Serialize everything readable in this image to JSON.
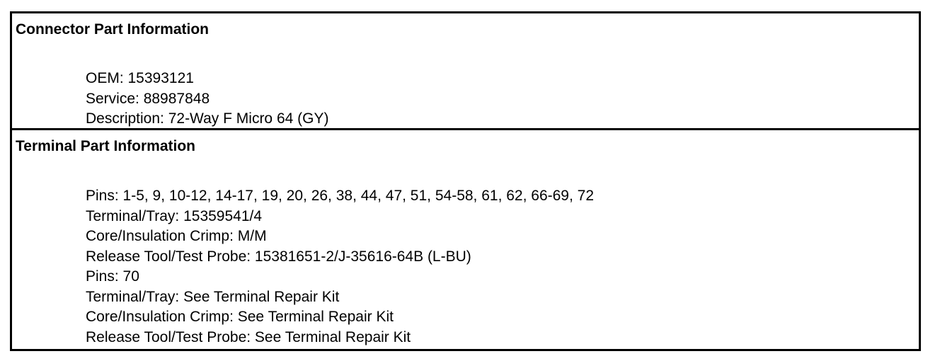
{
  "connector_part": {
    "title": "Connector Part Information",
    "lines": [
      "OEM: 15393121",
      "Service: 88987848",
      "Description: 72-Way F Micro 64 (GY)"
    ]
  },
  "terminal_part": {
    "title": "Terminal Part Information",
    "lines": [
      "Pins: 1-5, 9, 10-12, 14-17, 19, 20, 26, 38, 44, 47, 51, 54-58, 61, 62, 66-69, 72",
      "Terminal/Tray: 15359541/4",
      "Core/Insulation Crimp: M/M",
      "Release Tool/Test Probe: 15381651-2/J-35616-64B (L-BU)",
      "Pins: 70",
      "Terminal/Tray: See Terminal Repair Kit",
      "Core/Insulation Crimp: See Terminal Repair Kit",
      "Release Tool/Test Probe: See Terminal Repair Kit"
    ]
  }
}
